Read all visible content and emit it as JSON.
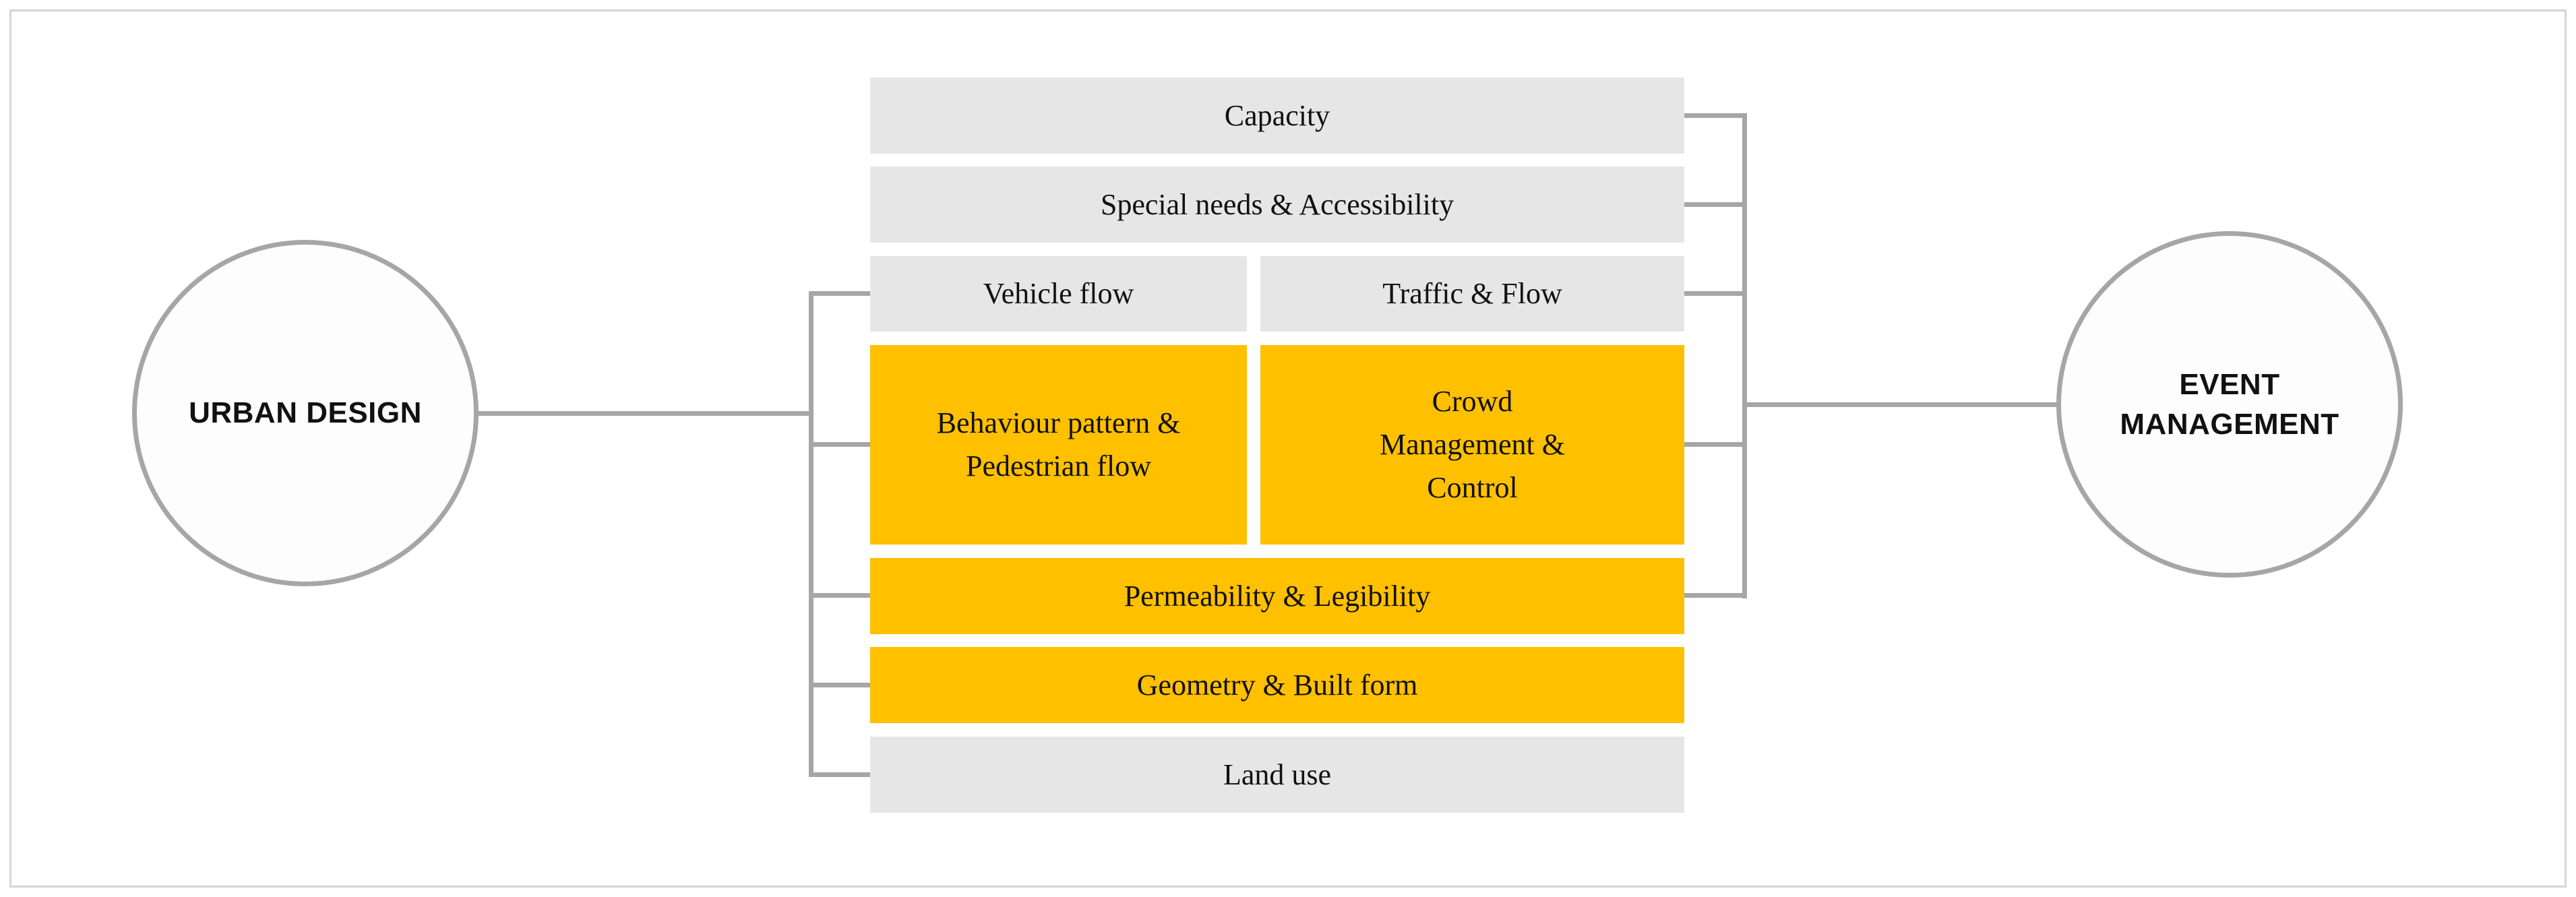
{
  "diagram": {
    "left_node": {
      "label": "URBAN DESIGN"
    },
    "right_node": {
      "label": "EVENT MANAGEMENT"
    },
    "boxes": {
      "capacity": "Capacity",
      "special_needs": "Special needs & Accessibility",
      "vehicle_flow": "Vehicle flow",
      "traffic_flow": "Traffic & Flow",
      "behaviour_pattern": "Behaviour pattern & Pedestrian flow",
      "crowd_management": "Crowd Management & Control",
      "permeability": "Permeability & Legibility",
      "geometry": "Geometry & Built form",
      "land_use": "Land use"
    },
    "colors": {
      "gray_box": "#e7e6e6",
      "yellow_box": "#ffc000",
      "line": "#a6a6a6",
      "frame_border": "#d6d6d6"
    }
  }
}
